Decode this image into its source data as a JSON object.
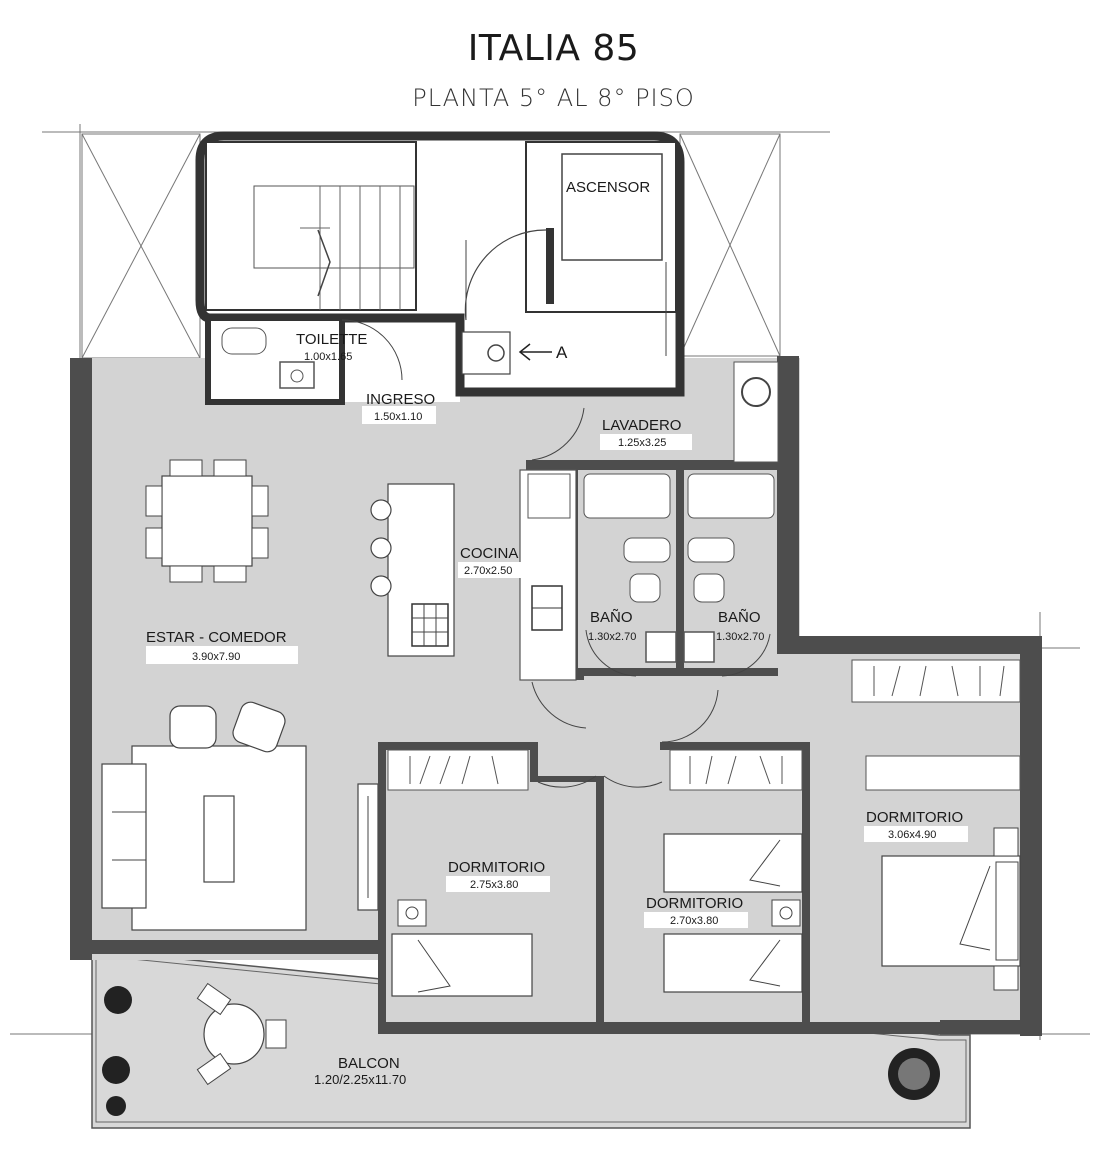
{
  "header": {
    "title": "ITALIA 85",
    "subtitle": "PLANTA 5° AL 8° PISO"
  },
  "colors": {
    "wall": "#4d4d4d",
    "floor": "#d3d3d3",
    "core": "#ffffff",
    "line": "#555555"
  },
  "rooms": {
    "toilette": {
      "name": "TOILETTE",
      "dims": "1.00x1.65"
    },
    "ascensor": {
      "name": "ASCENSOR"
    },
    "marker": {
      "name": "A"
    },
    "ingreso": {
      "name": "INGRESO",
      "dims": "1.50x1.10"
    },
    "lavadero": {
      "name": "LAVADERO",
      "dims": "1.25x3.25"
    },
    "cocina": {
      "name": "COCINA",
      "dims": "2.70x2.50"
    },
    "estar": {
      "name": "ESTAR - COMEDOR",
      "dims": "3.90x7.90"
    },
    "bano1": {
      "name": "BAÑO",
      "dims": "1.30x2.70"
    },
    "bano2": {
      "name": "BAÑO",
      "dims": "1.30x2.70"
    },
    "dorm1": {
      "name": "DORMITORIO",
      "dims": "2.75x3.80"
    },
    "dorm2": {
      "name": "DORMITORIO",
      "dims": "2.70x3.80"
    },
    "dorm3": {
      "name": "DORMITORIO",
      "dims": "3.06x4.90"
    },
    "balcon": {
      "name": "BALCON",
      "dims": "1.20/2.25x11.70"
    }
  }
}
